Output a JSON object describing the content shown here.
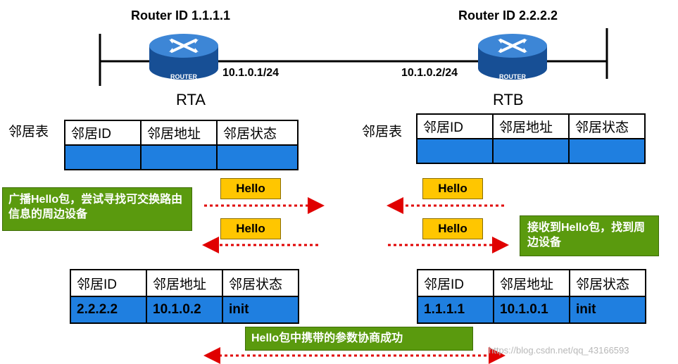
{
  "routers": {
    "rta": {
      "router_id": "Router ID 1.1.1.1",
      "name": "RTA",
      "interface_ip": "10.1.0.1/24",
      "badge": "ROUTER"
    },
    "rtb": {
      "router_id": "Router ID 2.2.2.2",
      "name": "RTB",
      "interface_ip": "10.1.0.2/24",
      "badge": "ROUTER"
    }
  },
  "neighbor_table_label": "邻居表",
  "table_headers": [
    "邻居ID",
    "邻居地址",
    "邻居状态"
  ],
  "tables": {
    "rta_before": {
      "row": [
        "",
        "",
        ""
      ]
    },
    "rtb_before": {
      "row": [
        "",
        "",
        ""
      ]
    },
    "rta_after": {
      "row": [
        "2.2.2.2",
        "10.1.0.2",
        "init"
      ]
    },
    "rtb_after": {
      "row": [
        "1.1.1.1",
        "10.1.0.1",
        "init"
      ]
    }
  },
  "hello_packets": [
    "Hello",
    "Hello",
    "Hello",
    "Hello"
  ],
  "notes": {
    "broadcast": "广播Hello包，尝试寻找可交换路由信息的周边设备",
    "received": "接收到Hello包，找到周边设备",
    "negotiate": "Hello包中携带的参数协商成功"
  },
  "watermark": "https://blog.csdn.net/qq_43166593",
  "colors": {
    "table_row": "#1f7fe0",
    "hello": "#ffc600",
    "note": "#5a9a0e",
    "arrow": "#e00000",
    "router": "#1f63b8"
  }
}
